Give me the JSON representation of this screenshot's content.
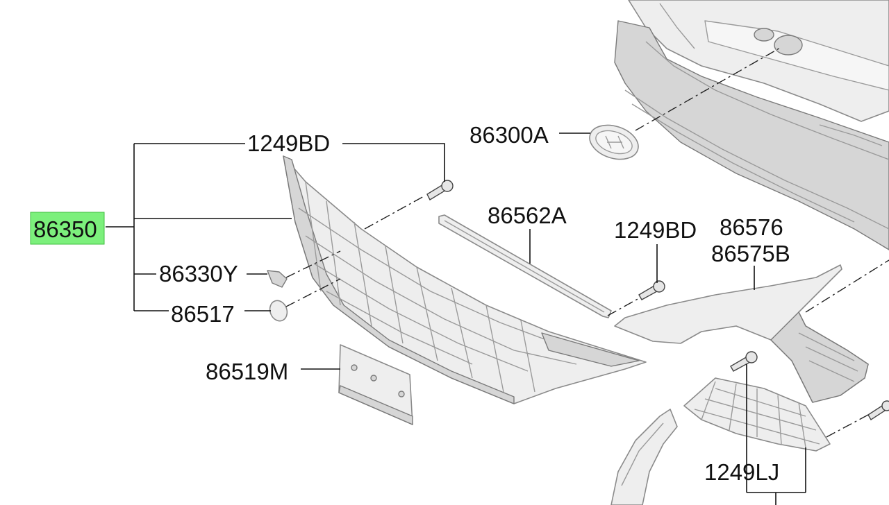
{
  "highlight_color": "#7cf07c",
  "labels": {
    "grille_assembly": "86350",
    "screw_top": "1249BD",
    "emblem": "86300A",
    "molding": "86562A",
    "screw_mid": "1249BD",
    "garnish_upper": "86576",
    "garnish_lower": "86575B",
    "camera_cover": "86330Y",
    "plug": "86517",
    "license_bracket": "86519M",
    "screw_bottom": "1249LJ"
  }
}
